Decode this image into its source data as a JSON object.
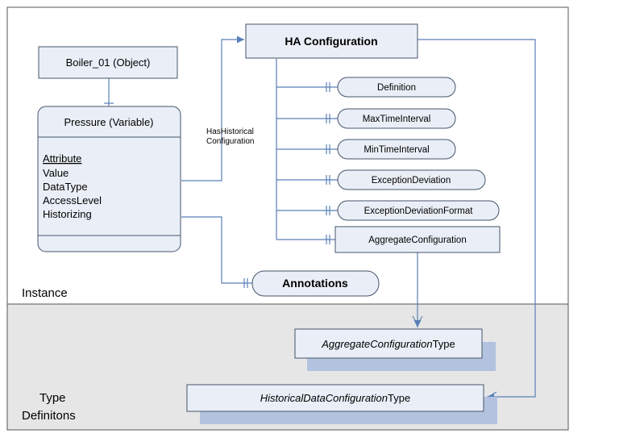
{
  "regions": {
    "instance_label": "Instance",
    "type_definitions_label_line1": "Type",
    "type_definitions_label_line2": "Definitons"
  },
  "nodes": {
    "boiler": "Boiler_01 (Object)",
    "pressure_title": "Pressure (Variable)",
    "pressure_attributes_heading": "Attribute",
    "pressure_attributes": [
      "Value",
      "DataType",
      "AccessLevel",
      "Historizing"
    ],
    "ha_configuration": "HA Configuration",
    "ha_children": [
      "Definition",
      "MaxTimeInterval",
      "MinTimeInterval",
      "ExceptionDeviation",
      "ExceptionDeviationFormat"
    ],
    "aggregate_configuration": "AggregateConfiguration",
    "annotations": "Annotations",
    "aggregate_type_italic": "AggregateConfiguration",
    "aggregate_type_suffix": "Type",
    "historical_type_italic": "HistoricalDataConfiguration",
    "historical_type_suffix": "Type"
  },
  "edges": {
    "has_historical_line1": "HasHistorical",
    "has_historical_line2": "Configuration"
  },
  "colors": {
    "node_fill": "#eaeff7",
    "node_border": "#44546a",
    "shadow": "#b3c3df",
    "connector": "#5a7fb8",
    "type_region_bg": "#e6e6e6"
  }
}
